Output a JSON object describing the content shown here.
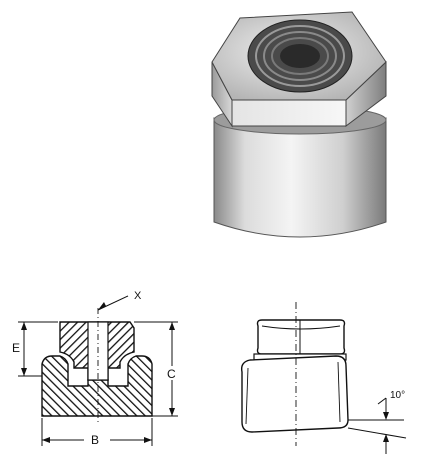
{
  "labels": {
    "x": "X",
    "e": "E",
    "c": "C",
    "b": "B",
    "angle": "10°"
  },
  "colors": {
    "line": "#1a1a1a",
    "metal_light": "#e8e8e8",
    "metal_mid": "#bdbdbd",
    "metal_dark": "#6b6b6b"
  }
}
